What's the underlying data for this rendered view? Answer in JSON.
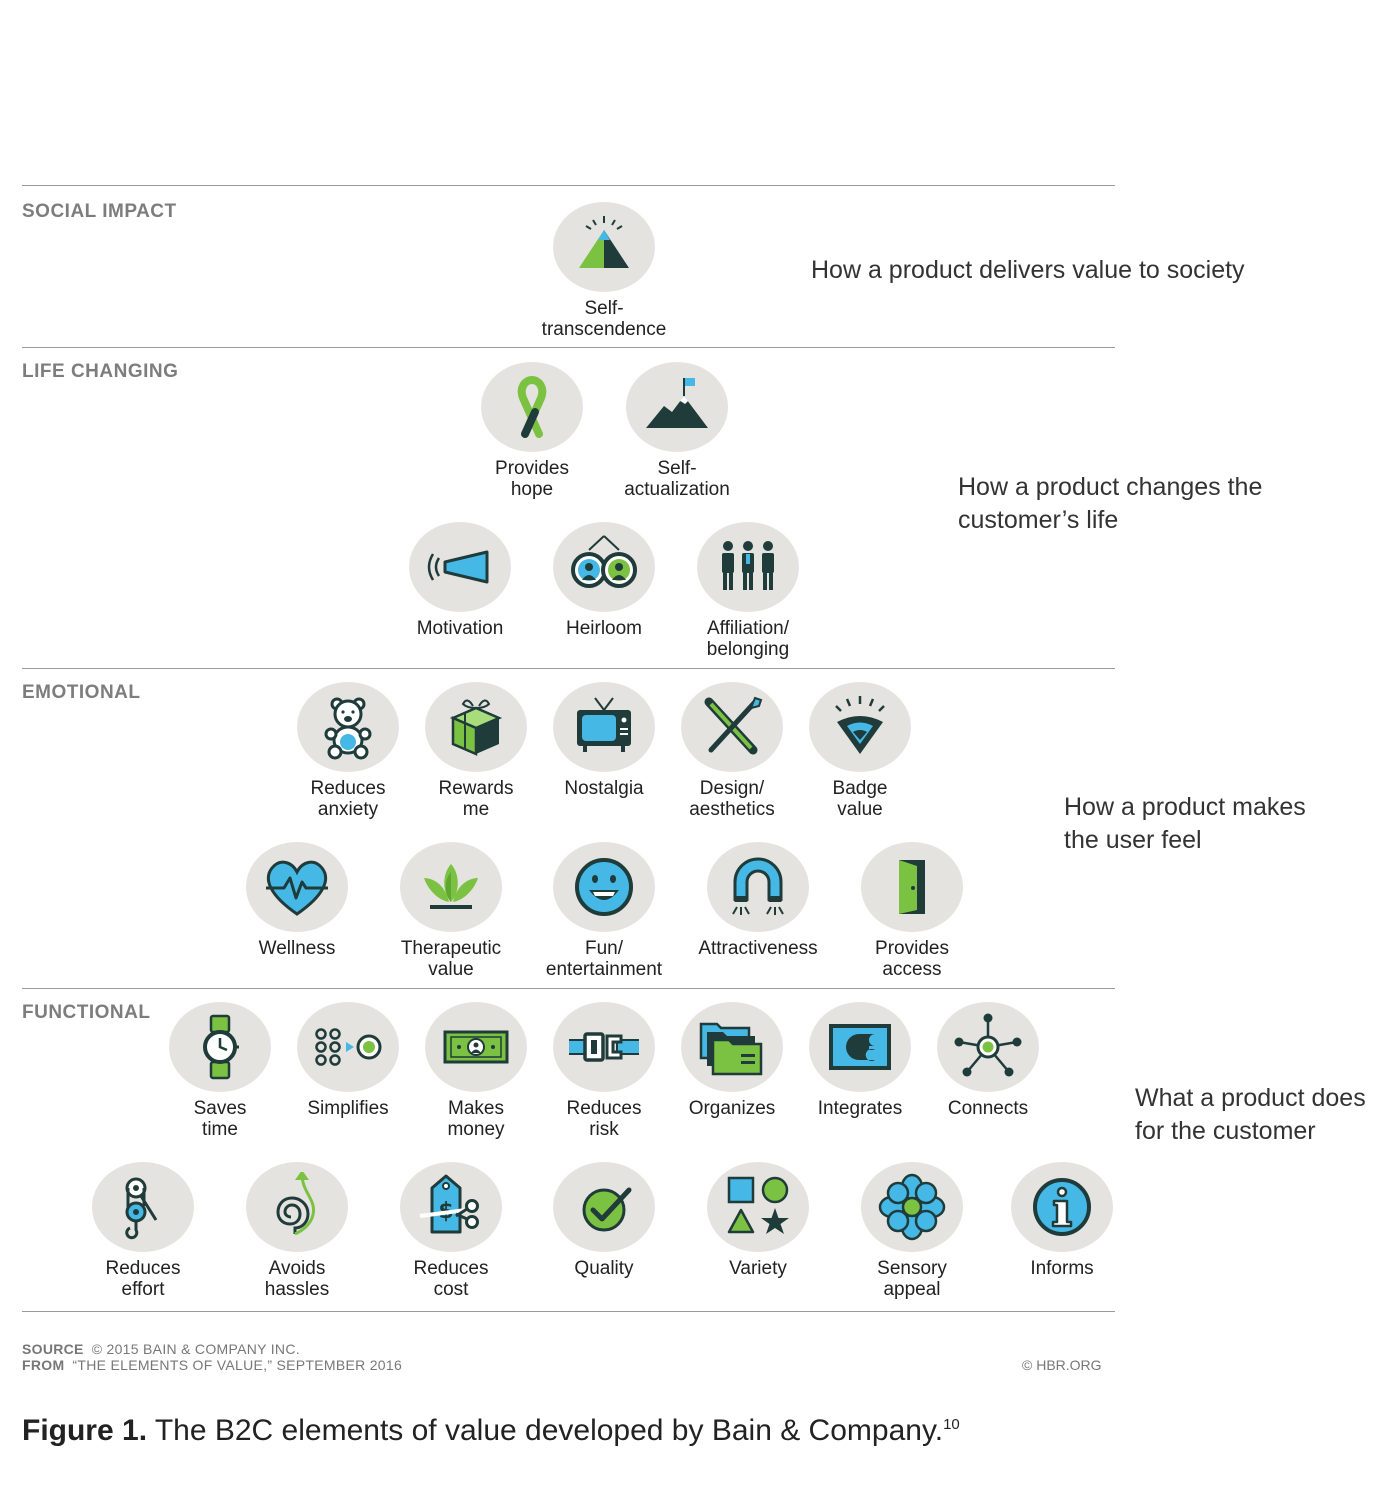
{
  "sections": [
    {
      "title": "SOCIAL IMPACT",
      "description": "How a product delivers value to society"
    },
    {
      "title": "LIFE CHANGING",
      "description": "How a product changes the\ncustomer’s life"
    },
    {
      "title": "EMOTIONAL",
      "description": "How a product makes\nthe user feel"
    },
    {
      "title": "FUNCTIONAL",
      "description": "What a product does\nfor the customer"
    }
  ],
  "elements": {
    "social": [
      {
        "label": "Self-\ntranscendence",
        "icon": "pyramid-icon"
      }
    ],
    "life_row1": [
      {
        "label": "Provides\nhope",
        "icon": "ribbon-icon"
      },
      {
        "label": "Self-\nactualization",
        "icon": "mountain-flag-icon"
      }
    ],
    "life_row2": [
      {
        "label": "Motivation",
        "icon": "megaphone-icon"
      },
      {
        "label": "Heirloom",
        "icon": "portrait-frames-icon"
      },
      {
        "label": "Affiliation/\nbelonging",
        "icon": "people-group-icon"
      }
    ],
    "emotional_row1": [
      {
        "label": "Reduces\nanxiety",
        "icon": "teddy-bear-icon"
      },
      {
        "label": "Rewards\nme",
        "icon": "gift-box-icon"
      },
      {
        "label": "Nostalgia",
        "icon": "tv-icon"
      },
      {
        "label": "Design/\naesthetics",
        "icon": "pencil-brush-icon"
      },
      {
        "label": "Badge\nvalue",
        "icon": "badge-icon"
      }
    ],
    "emotional_row2": [
      {
        "label": "Wellness",
        "icon": "heart-pulse-icon"
      },
      {
        "label": "Therapeutic\nvalue",
        "icon": "lotus-icon"
      },
      {
        "label": "Fun/\nentertainment",
        "icon": "smiley-icon"
      },
      {
        "label": "Attractiveness",
        "icon": "magnet-icon"
      },
      {
        "label": "Provides\naccess",
        "icon": "door-icon"
      }
    ],
    "functional_row1": [
      {
        "label": "Saves\ntime",
        "icon": "watch-icon"
      },
      {
        "label": "Simplifies",
        "icon": "dots-simplify-icon"
      },
      {
        "label": "Makes\nmoney",
        "icon": "banknote-icon"
      },
      {
        "label": "Reduces\nrisk",
        "icon": "seatbelt-icon"
      },
      {
        "label": "Organizes",
        "icon": "folders-icon"
      },
      {
        "label": "Integrates",
        "icon": "puzzle-icon"
      },
      {
        "label": "Connects",
        "icon": "network-icon"
      }
    ],
    "functional_row2": [
      {
        "label": "Reduces\neffort",
        "icon": "pulley-icon"
      },
      {
        "label": "Avoids\nhassles",
        "icon": "spiral-arrow-icon"
      },
      {
        "label": "Reduces\ncost",
        "icon": "price-tag-scissors-icon"
      },
      {
        "label": "Quality",
        "icon": "checkmark-icon"
      },
      {
        "label": "Variety",
        "icon": "shapes-icon"
      },
      {
        "label": "Sensory\nappeal",
        "icon": "flower-icon"
      },
      {
        "label": "Informs",
        "icon": "info-icon"
      }
    ]
  },
  "footer": {
    "source_label": "SOURCE",
    "source_text": "© 2015 BAIN & COMPANY INC.",
    "from_label": "FROM",
    "from_text": "“THE ELEMENTS OF VALUE,” SEPTEMBER 2016",
    "copyright": "© HBR.ORG"
  },
  "caption": {
    "figure": "Figure 1.",
    "text": " The B2C elements of value developed by Bain & Company.",
    "ref": "10"
  },
  "colors": {
    "dark": "#1f3b3a",
    "green": "#7cc242",
    "blue": "#45b8e6",
    "circle": "#e5e3df"
  }
}
